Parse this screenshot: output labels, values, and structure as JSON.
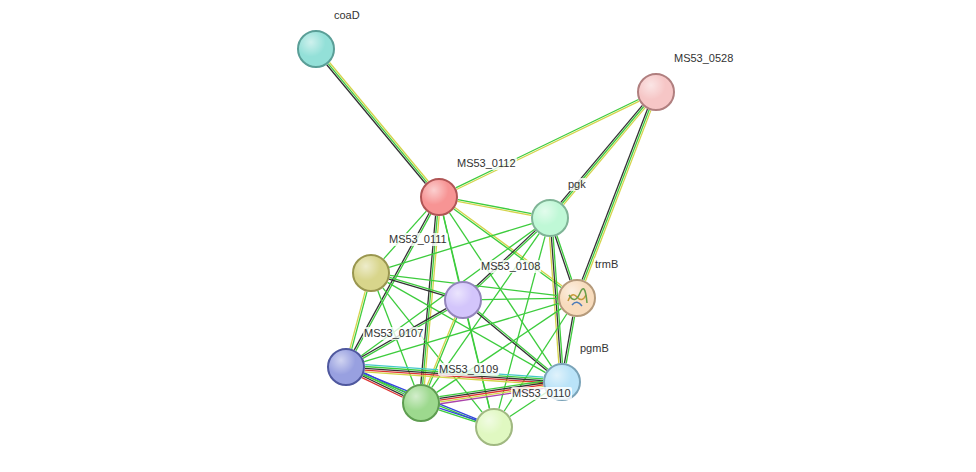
{
  "diagram": {
    "nodes": [
      {
        "text": [
          "coaD"
        ]
      },
      {
        "text": [
          "MS53_0528"
        ]
      },
      {
        "text": [
          "MS53_0112"
        ]
      },
      {
        "text": [
          "pgk"
        ]
      },
      {
        "text": [
          "MS53_0111"
        ]
      },
      {
        "text": [
          "MS53_0108"
        ]
      },
      {
        "text": [
          "trmB"
        ]
      },
      {
        "text": [
          "MS53_0107"
        ]
      },
      {
        "text": [
          "MS53_0109"
        ]
      },
      {
        "text": [
          "pgmB"
        ]
      },
      {
        "text": [
          "MS53_0110"
        ]
      }
    ],
    "edges": [
      {
        "from": 0,
        "to": 2,
        "arrow": "none"
      },
      {
        "from": 1,
        "to": 2,
        "arrow": "none"
      },
      {
        "from": 1,
        "to": 3,
        "arrow": "none"
      },
      {
        "from": 1,
        "to": 6,
        "arrow": "none"
      },
      {
        "from": 2,
        "to": 3,
        "arrow": "none"
      },
      {
        "from": 2,
        "to": 4,
        "arrow": "none"
      },
      {
        "from": 2,
        "to": 5,
        "arrow": "none"
      },
      {
        "from": 2,
        "to": 6,
        "arrow": "none"
      },
      {
        "from": 2,
        "to": 7,
        "arrow": "none"
      },
      {
        "from": 2,
        "to": 8,
        "arrow": "none"
      },
      {
        "from": 2,
        "to": 9,
        "arrow": "none"
      },
      {
        "from": 2,
        "to": 10,
        "arrow": "none"
      },
      {
        "from": 3,
        "to": 4,
        "arrow": "none"
      },
      {
        "from": 3,
        "to": 5,
        "arrow": "none"
      },
      {
        "from": 3,
        "to": 6,
        "arrow": "none"
      },
      {
        "from": 3,
        "to": 7,
        "arrow": "none"
      },
      {
        "from": 3,
        "to": 8,
        "arrow": "none"
      },
      {
        "from": 3,
        "to": 9,
        "arrow": "none"
      },
      {
        "from": 3,
        "to": 10,
        "arrow": "none"
      },
      {
        "from": 4,
        "to": 5,
        "arrow": "none"
      },
      {
        "from": 4,
        "to": 6,
        "arrow": "none"
      },
      {
        "from": 4,
        "to": 7,
        "arrow": "none"
      },
      {
        "from": 4,
        "to": 8,
        "arrow": "none"
      },
      {
        "from": 4,
        "to": 9,
        "arrow": "none"
      },
      {
        "from": 4,
        "to": 10,
        "arrow": "none"
      },
      {
        "from": 5,
        "to": 6,
        "arrow": "none"
      },
      {
        "from": 5,
        "to": 7,
        "arrow": "none"
      },
      {
        "from": 5,
        "to": 8,
        "arrow": "none"
      },
      {
        "from": 5,
        "to": 9,
        "arrow": "none"
      },
      {
        "from": 5,
        "to": 10,
        "arrow": "none"
      },
      {
        "from": 6,
        "to": 7,
        "arrow": "none"
      },
      {
        "from": 6,
        "to": 8,
        "arrow": "none"
      },
      {
        "from": 6,
        "to": 9,
        "arrow": "none"
      },
      {
        "from": 6,
        "to": 10,
        "arrow": "none"
      },
      {
        "from": 7,
        "to": 8,
        "arrow": "none"
      },
      {
        "from": 7,
        "to": 9,
        "arrow": "none"
      },
      {
        "from": 7,
        "to": 10,
        "arrow": "none"
      },
      {
        "from": 8,
        "to": 9,
        "arrow": "none"
      },
      {
        "from": 8,
        "to": 10,
        "arrow": "none"
      },
      {
        "from": 9,
        "to": 10,
        "arrow": "none"
      }
    ]
  }
}
